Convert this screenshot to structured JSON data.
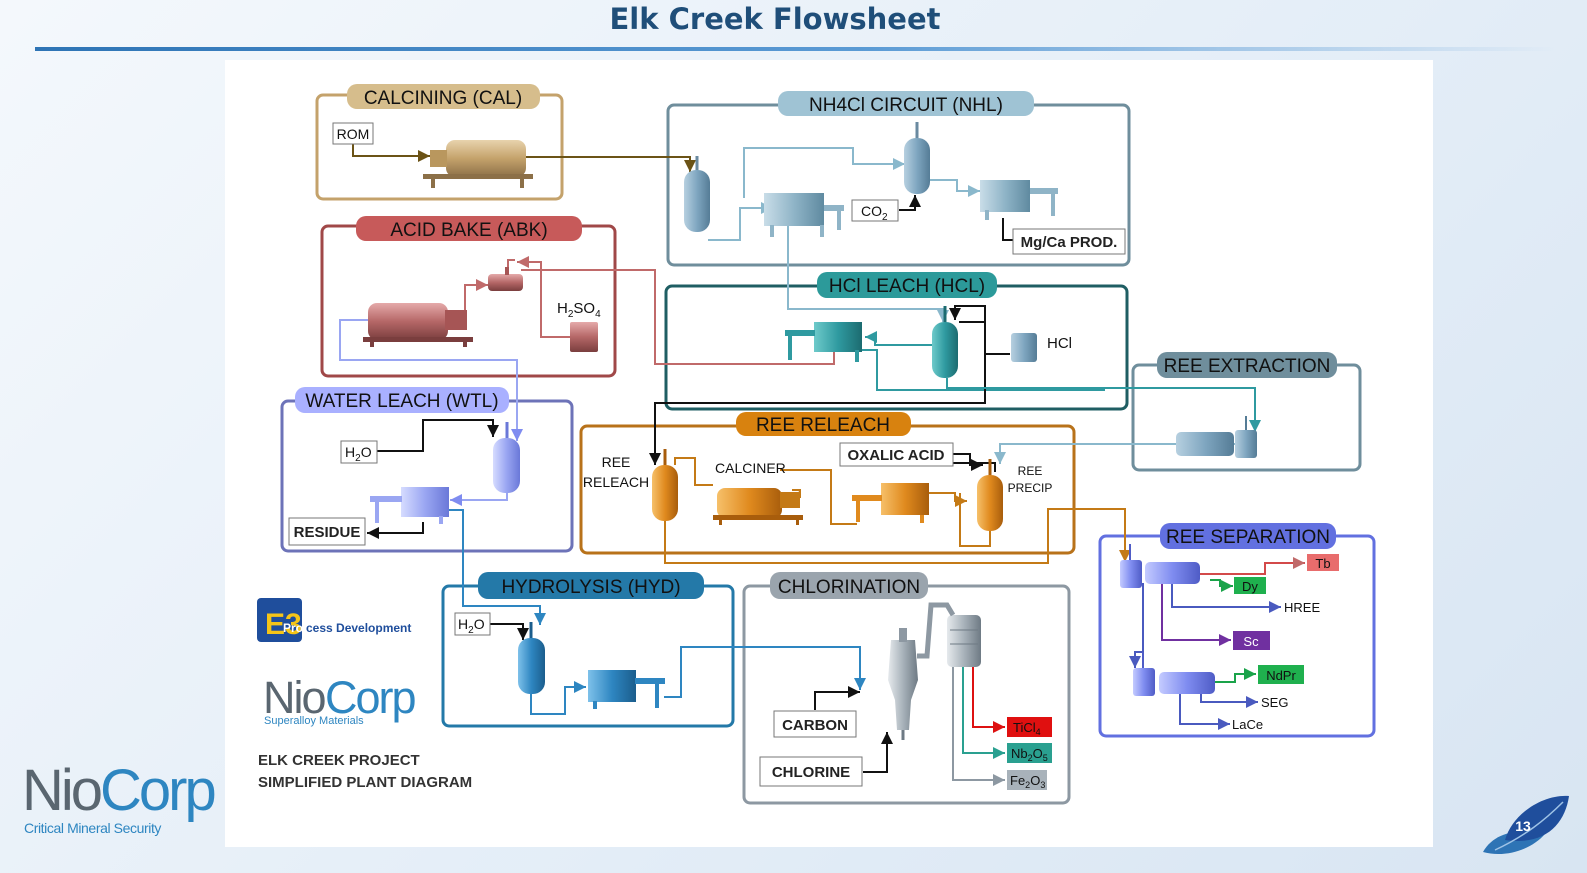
{
  "slide": {
    "title": "Elk Creek Flowsheet",
    "page_number": "13"
  },
  "colors": {
    "title": "#1f4e79",
    "accent": "#2e86c1"
  },
  "circuits": {
    "calcining": "CALCINING (CAL)",
    "nh4cl": "NH4Cl CIRCUIT (NHL)",
    "acid_bake": "ACID BAKE (ABK)",
    "hcl_leach": "HCl LEACH (HCL)",
    "water_leach": "WATER LEACH (WTL)",
    "ree_releach": "REE RELEACH",
    "ree_extraction": "REE EXTRACTION",
    "ree_separation": "REE SEPARATION",
    "hydrolysis": "HYDROLYSIS (HYD)",
    "chlorination": "CHLORINATION"
  },
  "labels": {
    "rom": "ROM",
    "co2": "CO",
    "co2_sub": "2",
    "mgca": "Mg/Ca PROD.",
    "h2so4_a": "H",
    "h2so4_b": "2",
    "h2so4_c": "SO",
    "h2so4_d": "4",
    "hcl": "HCl",
    "h2o_a": "H",
    "h2o_b": "2",
    "h2o_c": "O",
    "residue": "RESIDUE",
    "ree_releach_1": "REE",
    "ree_releach_2": "RELEACH",
    "calciner": "CALCINER",
    "oxalic": "OXALIC ACID",
    "ree_precip_1": "REE",
    "ree_precip_2": "PRECIP",
    "carbon": "CARBON",
    "chlorine": "CHLORINE",
    "ticl4_a": "TiCl",
    "ticl4_b": "4",
    "nb2o5_a": "Nb",
    "nb2o5_b": "2",
    "nb2o5_c": "O",
    "nb2o5_d": "5",
    "fe2o3_a": "Fe",
    "fe2o3_b": "2",
    "fe2o3_c": "O",
    "fe2o3_d": "3",
    "tb": "Tb",
    "dy": "Dy",
    "hree": "HREE",
    "sc": "Sc",
    "ndpr": "NdPr",
    "seg": "SEG",
    "lace": "LaCe"
  },
  "project": {
    "line1": "ELK CREEK PROJECT",
    "line2": "SIMPLIFIED PLANT DIAGRAM"
  },
  "logos": {
    "e3_symbol": "E3",
    "e3_pro": "Pro",
    "e3_rest": "cess Development",
    "niocorp_small_a": "Nio",
    "niocorp_small_b": "Corp",
    "niocorp_small_tag": "Superalloy Materials",
    "niocorp_a": "Nio",
    "niocorp_b": "Corp",
    "niocorp_tag": "Critical Mineral Security"
  }
}
